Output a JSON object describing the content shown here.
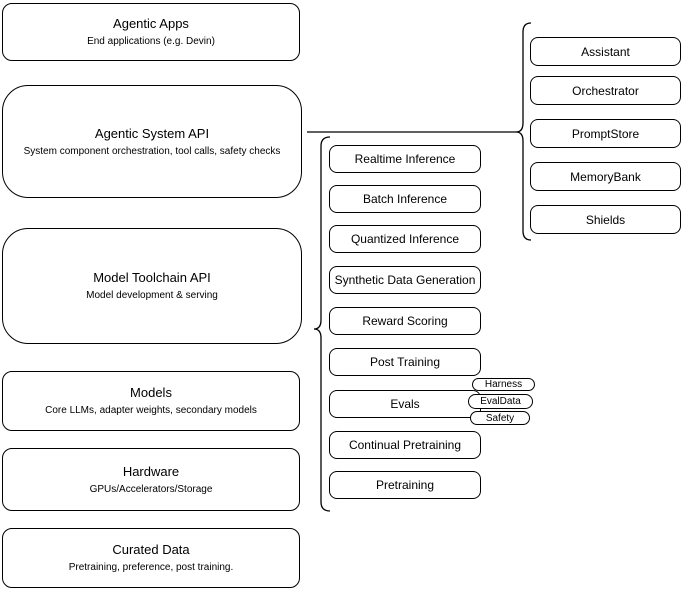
{
  "diagram": {
    "left_stack": [
      {
        "title": "Agentic Apps",
        "subtitle": "End applications (e.g. Devin)"
      },
      {
        "title": "Agentic System API",
        "subtitle": "System component orchestration, tool calls, safety checks"
      },
      {
        "title": "Model Toolchain API",
        "subtitle": "Model development & serving"
      },
      {
        "title": "Models",
        "subtitle": "Core LLMs, adapter weights, secondary models"
      },
      {
        "title": "Hardware",
        "subtitle": "GPUs/Accelerators/Storage"
      },
      {
        "title": "Curated Data",
        "subtitle": "Pretraining, preference, post training."
      }
    ],
    "toolchain_items": [
      "Realtime Inference",
      "Batch Inference",
      "Quantized Inference",
      "Synthetic Data Generation",
      "Reward Scoring",
      "Post Training",
      "Evals",
      "Continual Pretraining",
      "Pretraining"
    ],
    "evals_tags": [
      "Harness",
      "EvalData",
      "Safety"
    ],
    "system_components": [
      "Assistant",
      "Orchestrator",
      "PromptStore",
      "MemoryBank",
      "Shields"
    ],
    "colors": {
      "stroke": "#000000",
      "fill": "#ffffff",
      "background": "#ffffff",
      "text": "#000000"
    }
  }
}
